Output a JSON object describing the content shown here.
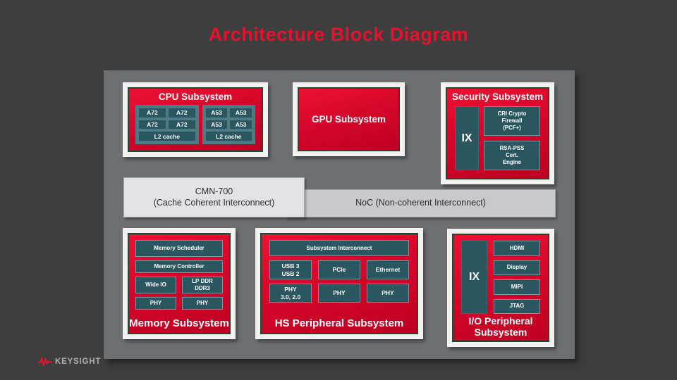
{
  "slide": {
    "title": "Architecture Block Diagram",
    "brand": "KEYSIGHT"
  },
  "colors": {
    "background": "#3E3E3E",
    "panel_gray": "#6C6E70",
    "accent_red": "#E8112D",
    "block_red_top": "#ED1232",
    "block_red_bottom": "#BE0022",
    "green_border": "#1D4A33",
    "teal_dark": "#2A5660",
    "teal_light": "#4C7B87",
    "white_frame": "#F2F2F0",
    "cmn_gray": "#E3E3E5",
    "noc_gray": "#C9C9CB"
  },
  "cpu": {
    "title": "CPU Subsystem",
    "clusters": [
      {
        "cores": [
          "A72",
          "A72",
          "A72",
          "A72"
        ],
        "cache": "L2 cache"
      },
      {
        "cores": [
          "A53",
          "A53",
          "A53",
          "A53"
        ],
        "cache": "L2 cache"
      }
    ]
  },
  "gpu": {
    "title": "GPU Subsystem"
  },
  "security": {
    "title": "Security Subsystem",
    "ix_label": "IX",
    "modules": [
      "CRI Crypto\nFirewall\n(PCF+)",
      "RSA-PSS\nCert.\nEngine"
    ]
  },
  "interconnects": {
    "cmn": "CMN-700\n(Cache Coherent Interconnect)",
    "noc": "NoC (Non-coherent Interconnect)"
  },
  "memory": {
    "title": "Memory Subsystem",
    "rows_full": [
      "Memory Scheduler",
      "Memory Controller"
    ],
    "cols": [
      "Wide IO",
      "LP DDR\nDDR3",
      "PHY",
      "PHY"
    ]
  },
  "hs_peripheral": {
    "title": "HS Peripheral Subsystem",
    "interconnect": "Subsystem Interconnect",
    "cells": [
      "USB 3\nUSB 2",
      "PCIe",
      "Ethernet",
      "PHY\n3.0, 2.0",
      "PHY",
      "PHY"
    ]
  },
  "io_peripheral": {
    "title": "I/O Peripheral\nSubsystem",
    "ix_label": "IX",
    "ports": [
      "HDMI",
      "Display",
      "MIPI",
      "JTAG"
    ]
  }
}
